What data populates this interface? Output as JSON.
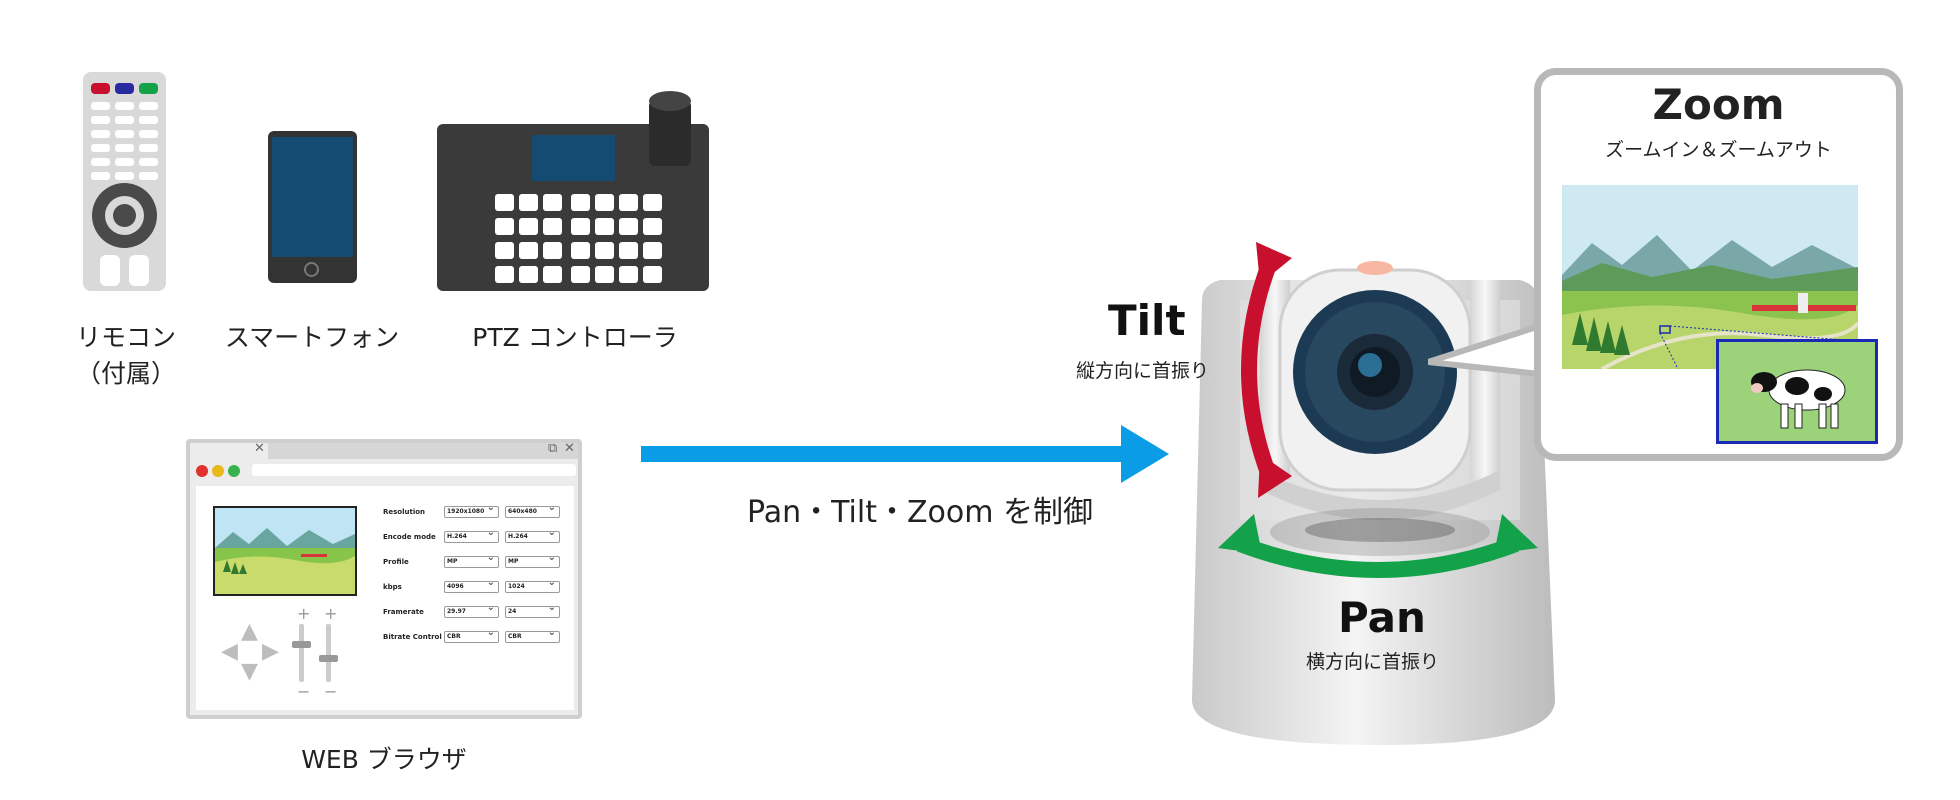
{
  "devices": {
    "remote_label": "リモコン",
    "remote_sublabel": "（付属）",
    "smartphone_label": "スマートフォン",
    "ptz_controller_label": "PTZ コントローラ"
  },
  "browser": {
    "label": "WEB ブラウザ",
    "settings": [
      {
        "label": "Resolution",
        "value1": "1920x1080",
        "value2": "640x480"
      },
      {
        "label": "Encode mode",
        "value1": "H.264",
        "value2": "H.264"
      },
      {
        "label": "Profile",
        "value1": "MP",
        "value2": "MP"
      },
      {
        "label": "kbps",
        "value1": "4096",
        "value2": "1024"
      },
      {
        "label": "Framerate",
        "value1": "29.97",
        "value2": "24"
      },
      {
        "label": "Bitrate Control",
        "value1": "CBR",
        "value2": "CBR"
      }
    ]
  },
  "control_arrow": {
    "label": "Pan・Tilt・Zoom を制御",
    "color": "#0a9de6"
  },
  "camera": {
    "tilt_label": "Tilt",
    "tilt_sub": "縦方向に首振り",
    "tilt_color": "#c8102e",
    "pan_label": "Pan",
    "pan_sub": "横方向に首振り",
    "pan_color": "#13a24a"
  },
  "zoom": {
    "title": "Zoom",
    "subtitle": "ズームイン＆ズームアウト",
    "inset_border_color": "#1a2ab5"
  }
}
